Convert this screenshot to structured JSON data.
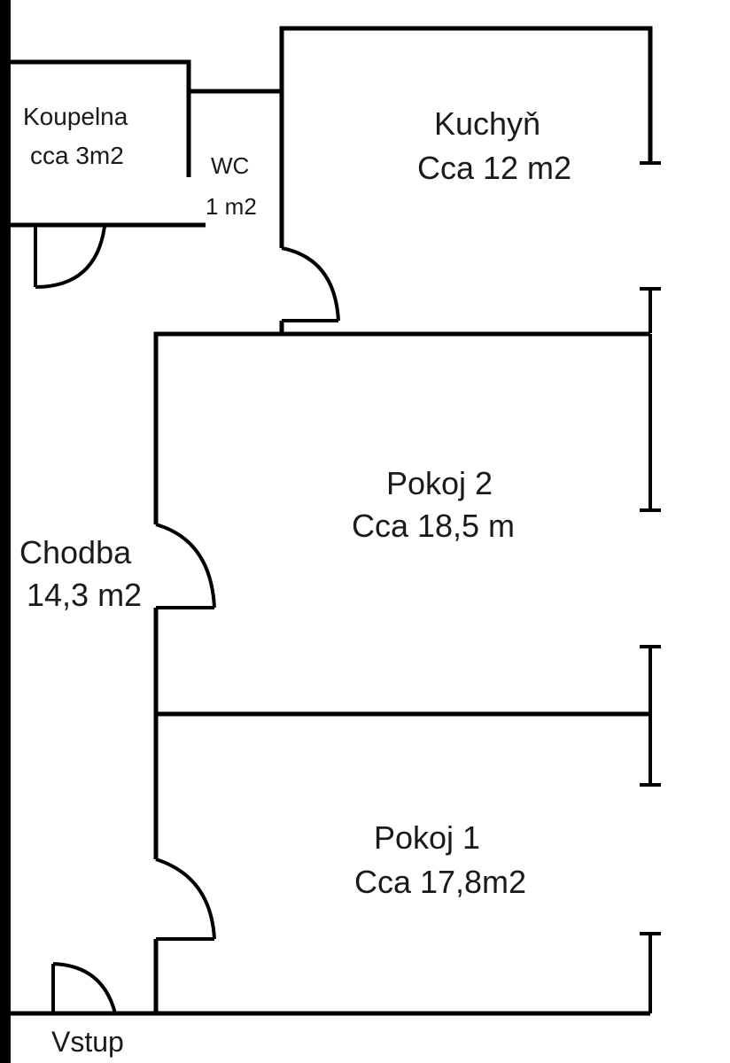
{
  "floor_plan": {
    "rooms": {
      "koupelna": {
        "name": "Koupelna",
        "area": "cca 3m2"
      },
      "wc": {
        "name": "WC",
        "area": "1 m2"
      },
      "kuchyn": {
        "name": "Kuchyň",
        "area": "Cca 12 m2"
      },
      "pokoj2": {
        "name": "Pokoj 2",
        "area": "Cca 18,5 m"
      },
      "chodba": {
        "name": "Chodba",
        "area": "14,3 m2"
      },
      "pokoj1": {
        "name": "Pokoj 1",
        "area": "Cca 17,8m2"
      }
    },
    "entrance_label": "Vstup",
    "colors": {
      "line": "#000000",
      "text": "#1a1a1a",
      "background": "#ffffff"
    }
  }
}
